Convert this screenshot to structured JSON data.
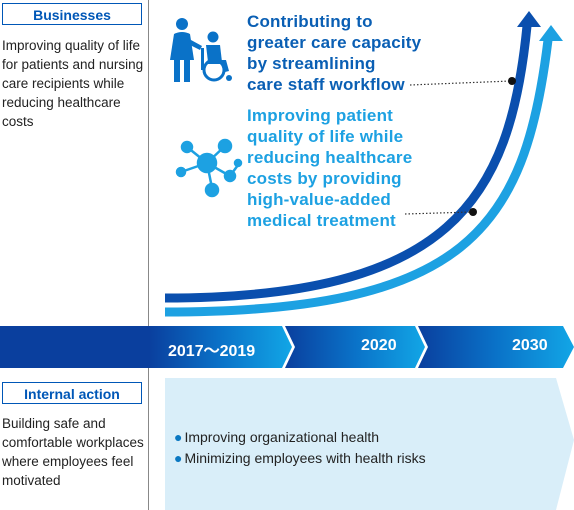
{
  "businesses": {
    "tag": "Businesses",
    "description": "Improving quality of life for patients and nursing care recipients while reducing healthcare costs"
  },
  "goals": [
    {
      "icon": "caregiver-wheelchair-icon",
      "lines": [
        "Contributing to",
        "greater care capacity",
        "by streamlining",
        "care staff workflow"
      ],
      "color": "#0a5fb4"
    },
    {
      "icon": "molecule-network-icon",
      "lines": [
        "Improving patient",
        "quality of life while",
        "reducing healthcare",
        "costs by providing",
        "high-value-added",
        "medical treatment"
      ],
      "color": "#1da1e2"
    }
  ],
  "timeline": {
    "labels": [
      "2017～2019",
      "2020",
      "2030"
    ]
  },
  "internal": {
    "tag": "Internal action",
    "description": "Building safe and comfortable workplaces where employees feel motivated",
    "items": [
      "Improving organizational health",
      "Minimizing employees with health risks"
    ]
  },
  "colors": {
    "dark_blue": "#0a4fae",
    "light_blue": "#1da1e2",
    "brand": "#0057b7",
    "panel": "#d9eef9"
  }
}
